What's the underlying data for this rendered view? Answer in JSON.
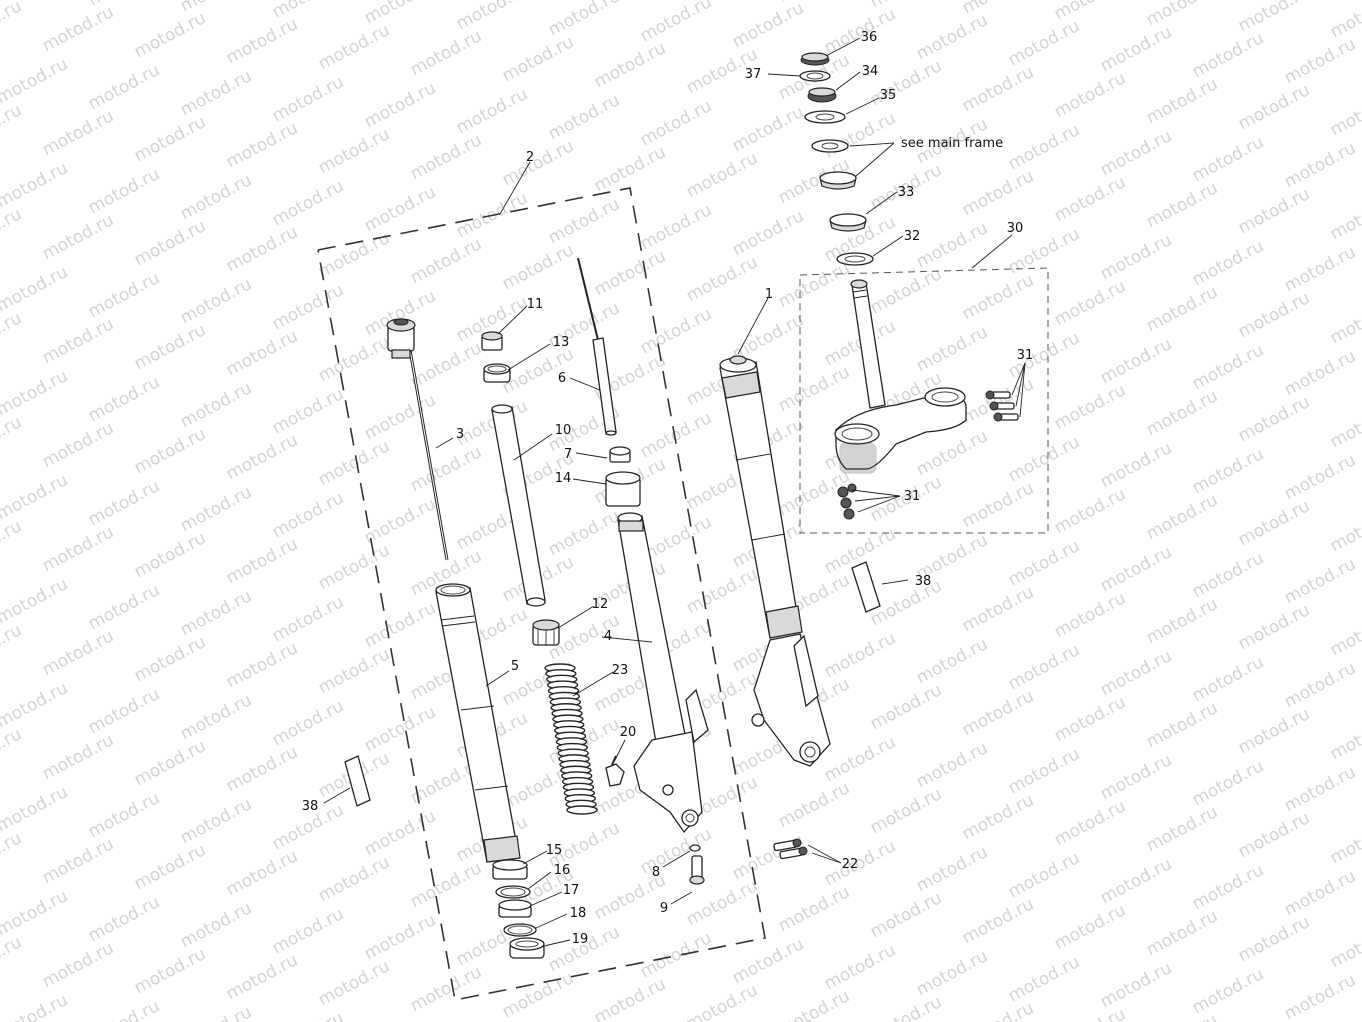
{
  "watermark": {
    "text": "motod.ru"
  },
  "labels": [
    {
      "id": "1",
      "text": "1"
    },
    {
      "id": "2",
      "text": "2"
    },
    {
      "id": "3",
      "text": "3"
    },
    {
      "id": "4",
      "text": "4"
    },
    {
      "id": "5",
      "text": "5"
    },
    {
      "id": "6",
      "text": "6"
    },
    {
      "id": "7",
      "text": "7"
    },
    {
      "id": "8",
      "text": "8"
    },
    {
      "id": "9",
      "text": "9"
    },
    {
      "id": "10",
      "text": "10"
    },
    {
      "id": "11",
      "text": "11"
    },
    {
      "id": "12",
      "text": "12"
    },
    {
      "id": "13",
      "text": "13"
    },
    {
      "id": "14",
      "text": "14"
    },
    {
      "id": "15",
      "text": "15"
    },
    {
      "id": "16",
      "text": "16"
    },
    {
      "id": "17",
      "text": "17"
    },
    {
      "id": "18",
      "text": "18"
    },
    {
      "id": "19",
      "text": "19"
    },
    {
      "id": "20",
      "text": "20"
    },
    {
      "id": "22",
      "text": "22"
    },
    {
      "id": "23",
      "text": "23"
    },
    {
      "id": "30",
      "text": "30"
    },
    {
      "id": "31a",
      "text": "31"
    },
    {
      "id": "31b",
      "text": "31"
    },
    {
      "id": "32",
      "text": "32"
    },
    {
      "id": "33",
      "text": "33"
    },
    {
      "id": "34",
      "text": "34"
    },
    {
      "id": "35",
      "text": "35"
    },
    {
      "id": "36",
      "text": "36"
    },
    {
      "id": "37",
      "text": "37"
    },
    {
      "id": "38a",
      "text": "38"
    },
    {
      "id": "38b",
      "text": "38"
    },
    {
      "id": "see_main_frame",
      "text": "see main frame"
    }
  ]
}
